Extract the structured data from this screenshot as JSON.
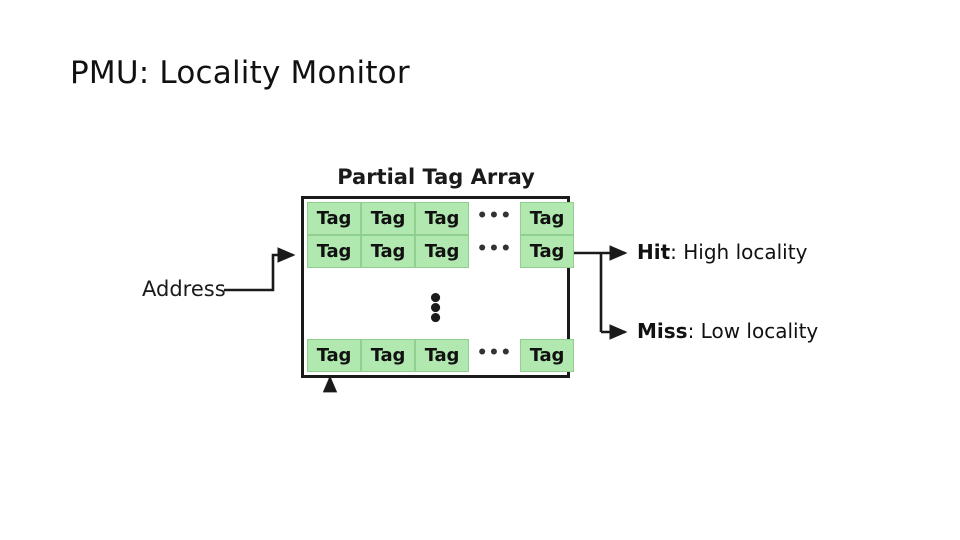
{
  "slide": {
    "title": "PMU: Locality Monitor",
    "background_color": "#ffffff"
  },
  "diagram": {
    "name": "locality-monitor-diagram",
    "array": {
      "caption": "Partial Tag Array",
      "cell_label": "Tag",
      "horizontal_ellipsis": "•••",
      "vertical_ellipsis_dots": [
        "•",
        "•",
        "•"
      ],
      "cell_fill_color": "#b0e8b0",
      "cell_border_color": "#8fd08f",
      "box_border_color": "#1a1a1a",
      "rows": [
        {
          "cells": [
            "Tag",
            "Tag",
            "Tag"
          ],
          "gap": "•••",
          "tail": "Tag"
        },
        {
          "cells": [
            "Tag",
            "Tag",
            "Tag"
          ],
          "gap": "•••",
          "tail": "Tag"
        },
        {
          "cells": [
            "Tag",
            "Tag",
            "Tag"
          ],
          "gap": "•••",
          "tail": "Tag"
        }
      ]
    },
    "input": {
      "label": "Address"
    },
    "outputs": [
      {
        "lead": "Hit",
        "rest": ": High locality"
      },
      {
        "lead": "Miss",
        "rest": ": Low locality"
      }
    ]
  }
}
